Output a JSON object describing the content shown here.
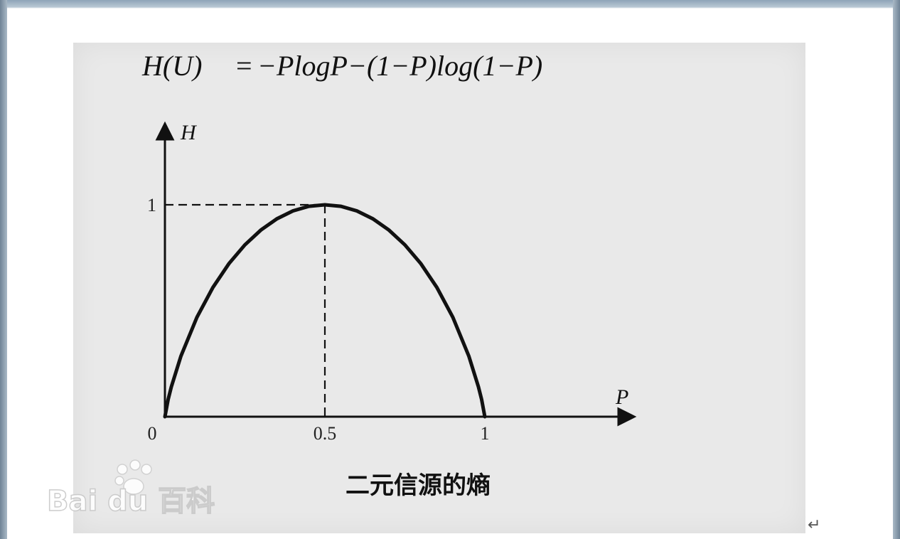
{
  "formula": {
    "lhs": "H(U)",
    "equals": "=",
    "rhs": "−PlogP−(1−P)log(1−P)"
  },
  "chart_data": {
    "type": "line",
    "title": "H(U)=−PlogP−(1−P)log(1−P)",
    "caption": "二元信源的熵",
    "xlabel": "P",
    "ylabel": "H",
    "x_ticks": [
      "0",
      "0.5",
      "1"
    ],
    "y_ticks": [
      "1"
    ],
    "xlim": [
      0,
      1.45
    ],
    "ylim": [
      0,
      1.33
    ],
    "grid": false,
    "guide_point": {
      "x": 0.5,
      "y": 1
    },
    "series": [
      {
        "color": "#111111",
        "x": [
          0,
          0.01,
          0.02,
          0.05,
          0.1,
          0.15,
          0.2,
          0.25,
          0.3,
          0.35,
          0.4,
          0.45,
          0.5,
          0.55,
          0.6,
          0.65,
          0.7,
          0.75,
          0.8,
          0.85,
          0.9,
          0.95,
          0.98,
          0.99,
          1
        ],
        "y": [
          0,
          0.081,
          0.141,
          0.286,
          0.469,
          0.61,
          0.722,
          0.811,
          0.881,
          0.934,
          0.971,
          0.993,
          1,
          0.993,
          0.971,
          0.934,
          0.881,
          0.811,
          0.722,
          0.61,
          0.469,
          0.286,
          0.141,
          0.081,
          0
        ]
      }
    ]
  },
  "watermark": {
    "text": "Bai du 百科",
    "icon": "paw-icon"
  },
  "return_mark": "↵"
}
